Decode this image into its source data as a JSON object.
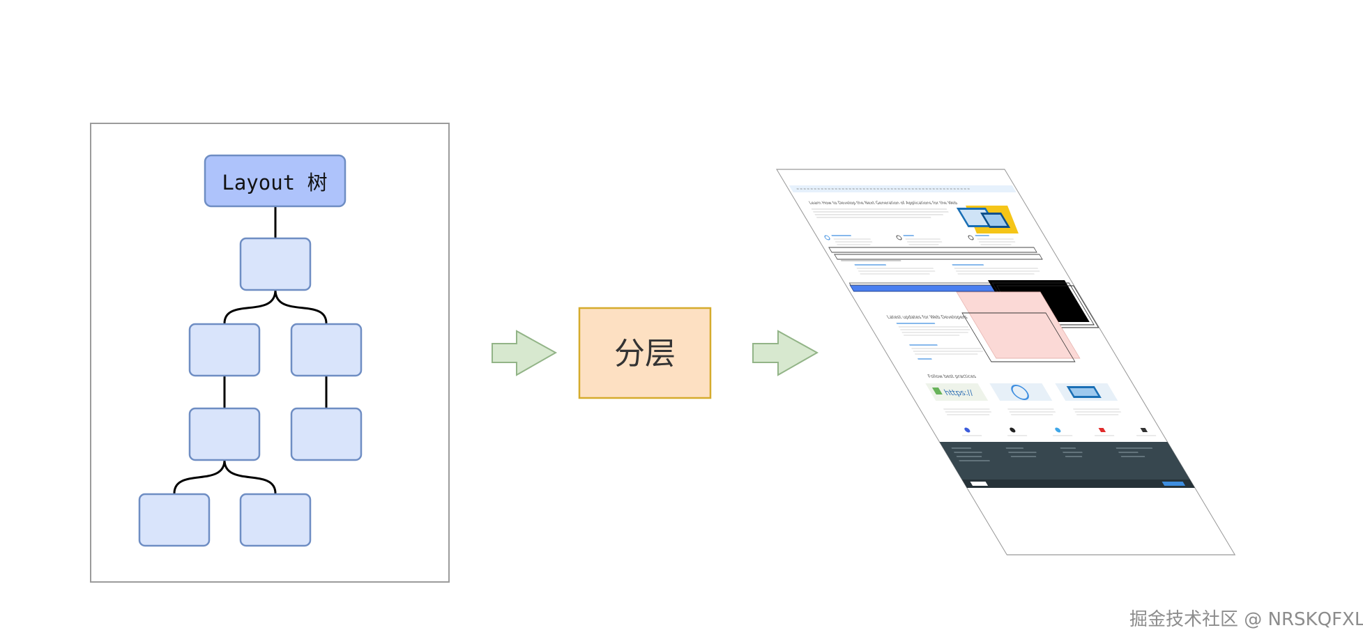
{
  "layout_tree": {
    "root_label": "Layout 树",
    "colors": {
      "root_fill": "#aec3fb",
      "node_fill": "#d9e4fb",
      "node_stroke": "#6e8dc3",
      "frame_stroke": "#9b9b9b"
    }
  },
  "process": {
    "label": "分层",
    "colors": {
      "fill": "#fde0c2",
      "stroke": "#d5ab2c",
      "arrow_fill": "#d7e8cf",
      "arrow_stroke": "#92b487"
    }
  },
  "layers_preview": {
    "headline": "Learn How to Develop the Next Generation of Applications for the Web",
    "section_title": "Latest updates for Web Developers",
    "featured_title": "Follow best practices",
    "https_text": "https://",
    "colors": {
      "link": "#3e8ee0",
      "header_bar": "#e6f1fc",
      "footer": "#37474f",
      "blue_layer": "#4a7ff0",
      "pink_layer": "#fbd9d6",
      "black_layer": "#000000"
    }
  },
  "watermark": "掘金技术社区 @ NRSKQFXL"
}
